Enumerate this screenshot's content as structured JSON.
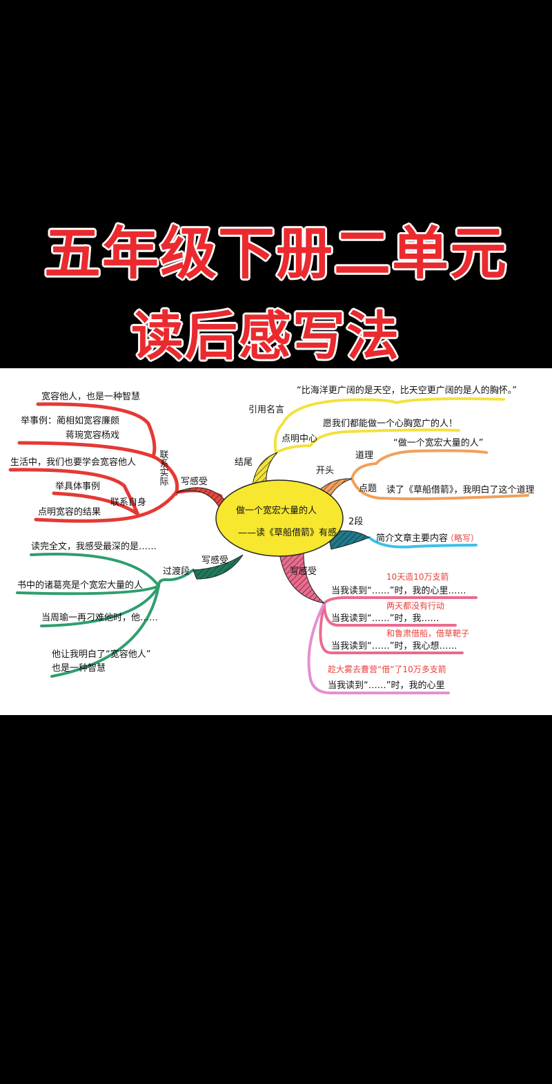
{
  "title": {
    "line1": "五年级下册二单元",
    "line2": "读后感写法"
  },
  "colors": {
    "title": "#ea2a2e",
    "red_branch": "#e53935",
    "yellow_branch": "#f2e23a",
    "orange_branch": "#f2a05a",
    "blue_branch": "#3cc0e8",
    "green_branch": "#2e9e6e",
    "pink_branch": "#ec6a8e",
    "center": "#f7e72e"
  },
  "mindmap": {
    "center": {
      "line1": "做一个宽宏大量的人",
      "line2": "——读《草船借箭》有感"
    },
    "red": {
      "label": "写感受",
      "sub1": {
        "label": "联系实际",
        "leaves": [
          "宽容他人，也是一种智慧",
          "举事例：蔺相如宽容廉颇",
          "蒋琬宽容杨戏"
        ]
      },
      "sub2": {
        "label": "联系自身",
        "leaves": [
          "生活中，我们也要学会宽容他人",
          "举具体事例",
          "点明宽容的结果"
        ]
      }
    },
    "yellow": {
      "label": "结尾",
      "sub1": {
        "label": "引用名言",
        "leaf": "“比海洋更广阔的是天空，比天空更广阔的是人的胸怀。”"
      },
      "sub2": {
        "label": "点明中心",
        "leaf": "愿我们都能做一个心胸宽广的人！"
      }
    },
    "orange": {
      "label": "开头",
      "sub1": {
        "label": "道理",
        "leaf": "“做一个宽宏大量的人”"
      },
      "sub2": {
        "label": "点题",
        "leaf": "读了《草船借箭》，我明白了这个道理"
      }
    },
    "blue": {
      "label": "2段",
      "leaf": "简介文章主要内容",
      "note": "（略写）"
    },
    "green": {
      "label": "写感受",
      "sub": "过渡段",
      "leaves": [
        "读完全文，我感受最深的是……",
        "书中的诸葛亮是个宽宏大量的人",
        "当周瑜一再刁难他时，他……",
        "他让我明白了“宽容他人”",
        "也是一种智慧"
      ]
    },
    "pink": {
      "label": "写感受",
      "items": [
        {
          "text": "当我读到“……”时，我的心里……",
          "quote": "10天造10万支箭"
        },
        {
          "text": "当我读到“……”时，我……",
          "quote": "两天都没有行动"
        },
        {
          "text": "当我读到“……”时，我心想……",
          "quote": "和鲁肃借船，借草靶子"
        },
        {
          "text": "当我读到“……”时，我的心里",
          "quote": "趁大雾去曹营“借”了10万多支箭"
        }
      ]
    }
  }
}
